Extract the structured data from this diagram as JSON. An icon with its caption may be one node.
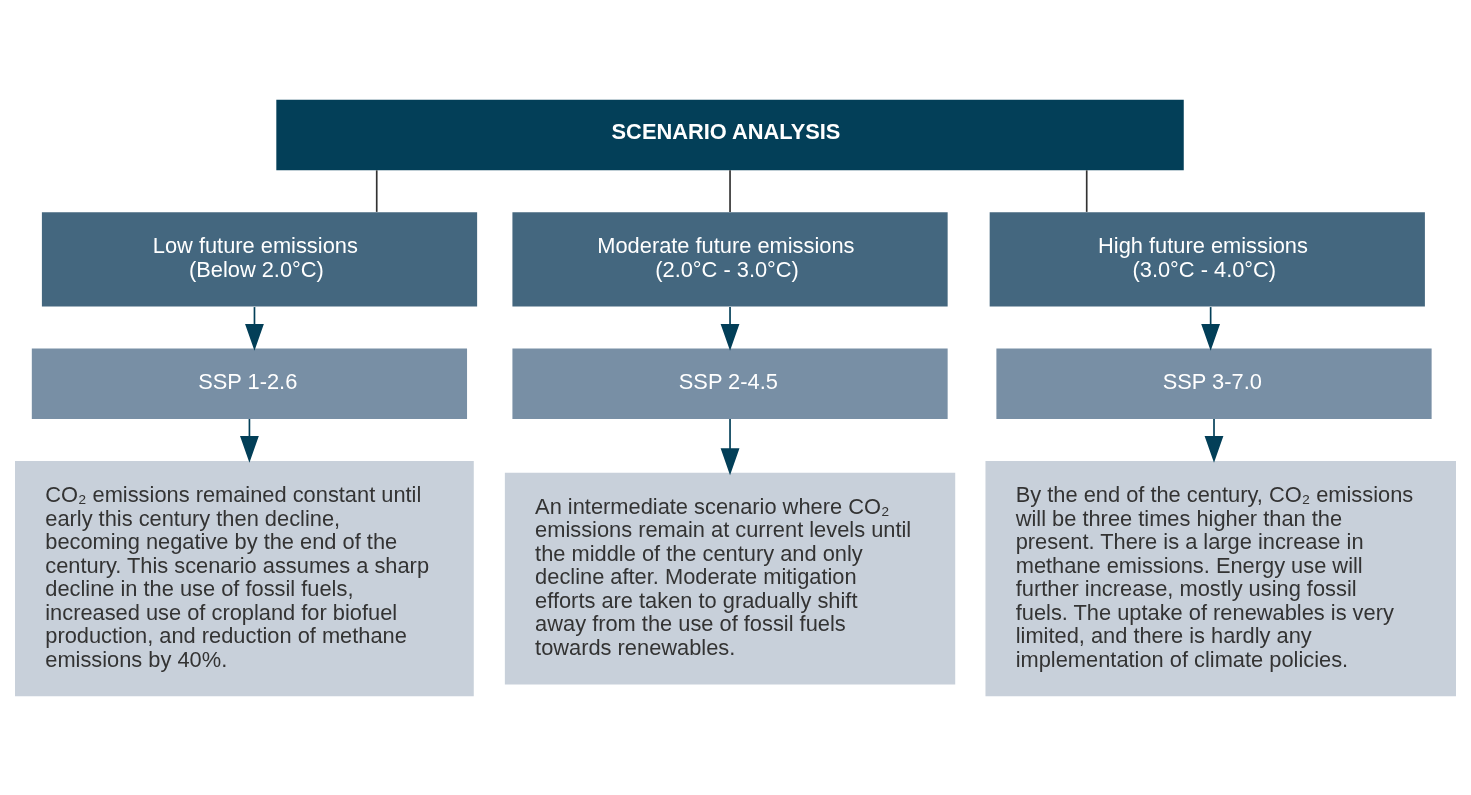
{
  "diagram": {
    "nodes": [
      {
        "text": [
          "SCENARIO ANALYSIS"
        ]
      },
      {
        "text": [
          "Low future emissions (Below 2.0°C)"
        ]
      },
      {
        "text": [
          "Moderate future emissions (2.0°C - 3.0°C)"
        ]
      },
      {
        "text": [
          "High future emissions (3.0°C - 4.0°C)"
        ]
      },
      {
        "text": [
          "SSP 1-2.6"
        ]
      },
      {
        "text": [
          "SSP 2-4.5"
        ]
      },
      {
        "text": [
          "SSP 3-7.0"
        ]
      },
      {
        "text": [
          "CO₂ emissions remained constant until early this century then decline, becoming negative by the end of the century. This scenario assumes a sharp decline in the use of fossil fuels, increased use of cropland for biofuel production, and reduction of methane emissions by 40%."
        ]
      },
      {
        "text": [
          "An intermediate scenario where CO₂ emissions remain at current levels until the middle of the century and only decline after. Moderate mitigation efforts are taken to gradually shift away from the use of fossil fuels towards renewables."
        ]
      },
      {
        "text": [
          "By the end of the century, CO₂ emissions will be three times higher than the present. There is a large increase in methane emissions. Energy use will further increase, mostly using fossil fuels. The uptake of renewables is very limited, and there is hardly any implementation of climate policies."
        ]
      }
    ],
    "edges": [
      {
        "from": 0,
        "to": 1,
        "arrow": "none",
        "color": "#333333"
      },
      {
        "from": 0,
        "to": 2,
        "arrow": "none",
        "color": "#333333"
      },
      {
        "from": 0,
        "to": 3,
        "arrow": "none",
        "color": "#333333"
      },
      {
        "from": 1,
        "to": 4,
        "arrow": "to"
      },
      {
        "from": 2,
        "to": 5,
        "arrow": "to"
      },
      {
        "from": 3,
        "to": 6,
        "arrow": "to"
      },
      {
        "from": 4,
        "to": 7,
        "arrow": "to"
      },
      {
        "from": 5,
        "to": 8,
        "arrow": "to"
      },
      {
        "from": 6,
        "to": 9,
        "arrow": "to"
      }
    ]
  }
}
